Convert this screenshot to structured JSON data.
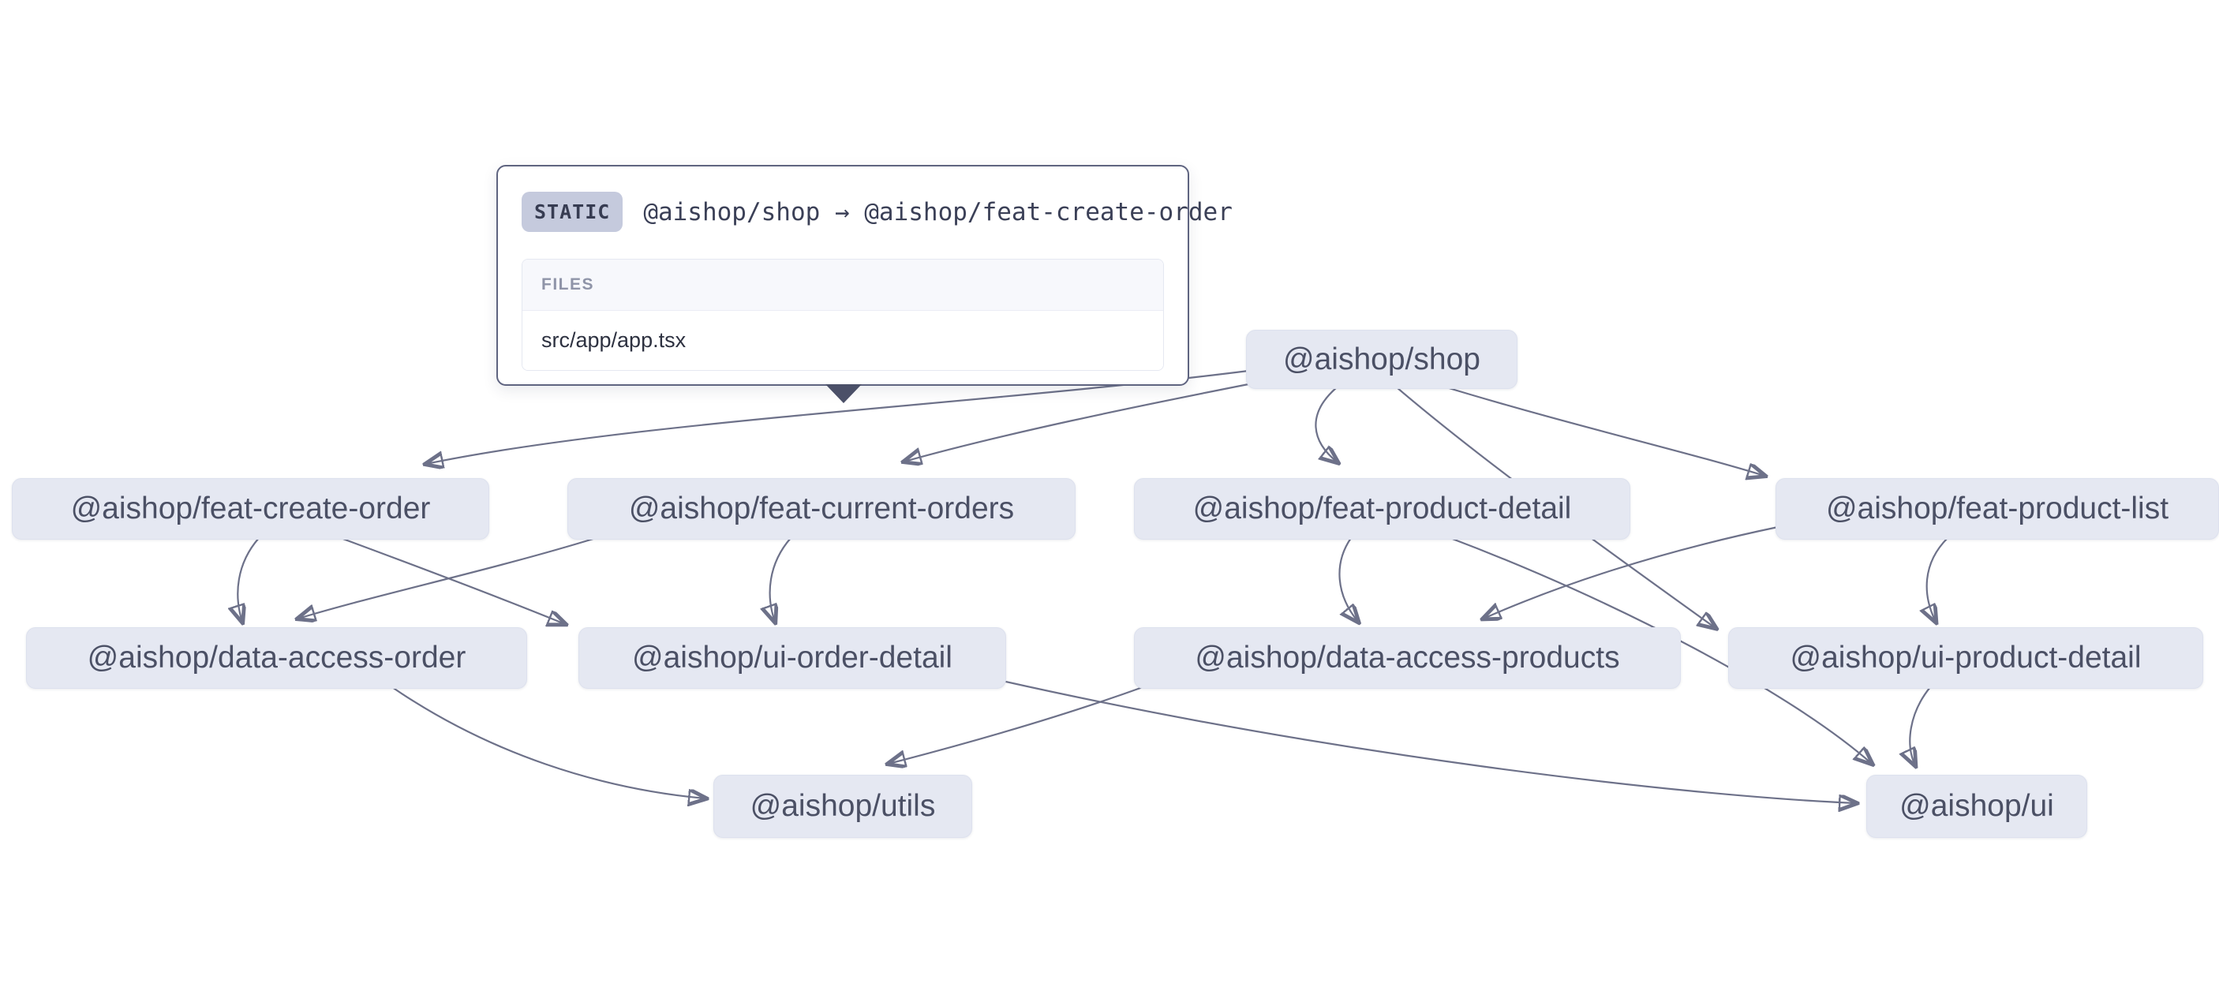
{
  "graph": {
    "nodes": [
      {
        "id": "shop",
        "label": "@aishop/shop"
      },
      {
        "id": "feat-create-order",
        "label": "@aishop/feat-create-order"
      },
      {
        "id": "feat-current-orders",
        "label": "@aishop/feat-current-orders"
      },
      {
        "id": "feat-product-detail",
        "label": "@aishop/feat-product-detail"
      },
      {
        "id": "feat-product-list",
        "label": "@aishop/feat-product-list"
      },
      {
        "id": "data-access-order",
        "label": "@aishop/data-access-order"
      },
      {
        "id": "ui-order-detail",
        "label": "@aishop/ui-order-detail"
      },
      {
        "id": "data-access-products",
        "label": "@aishop/data-access-products"
      },
      {
        "id": "ui-product-detail",
        "label": "@aishop/ui-product-detail"
      },
      {
        "id": "utils",
        "label": "@aishop/utils"
      },
      {
        "id": "ui",
        "label": "@aishop/ui"
      }
    ],
    "edges": [
      {
        "source": "shop",
        "target": "feat-create-order",
        "type": "static",
        "selected": true
      },
      {
        "source": "shop",
        "target": "feat-current-orders",
        "type": "static"
      },
      {
        "source": "shop",
        "target": "feat-product-detail",
        "type": "static"
      },
      {
        "source": "shop",
        "target": "feat-product-list",
        "type": "static"
      },
      {
        "source": "shop",
        "target": "ui-product-detail",
        "type": "static"
      },
      {
        "source": "feat-create-order",
        "target": "data-access-order",
        "type": "static"
      },
      {
        "source": "feat-create-order",
        "target": "ui-order-detail",
        "type": "static"
      },
      {
        "source": "feat-current-orders",
        "target": "data-access-order",
        "type": "static"
      },
      {
        "source": "feat-current-orders",
        "target": "ui-order-detail",
        "type": "static"
      },
      {
        "source": "feat-product-detail",
        "target": "data-access-products",
        "type": "static"
      },
      {
        "source": "feat-product-detail",
        "target": "ui",
        "type": "static"
      },
      {
        "source": "feat-product-list",
        "target": "data-access-products",
        "type": "static"
      },
      {
        "source": "feat-product-list",
        "target": "ui-product-detail",
        "type": "static"
      },
      {
        "source": "data-access-order",
        "target": "utils",
        "type": "static"
      },
      {
        "source": "data-access-products",
        "target": "utils",
        "type": "static"
      },
      {
        "source": "ui-order-detail",
        "target": "ui",
        "type": "static"
      },
      {
        "source": "ui-product-detail",
        "target": "ui",
        "type": "static"
      }
    ],
    "colors": {
      "background": "#ffffff",
      "node_fill": "#e5e8f2",
      "node_text": "#4b5065",
      "edge": "#6d7189",
      "tooltip_border": "#5f6480",
      "badge_bg": "#c5cadd",
      "badge_text": "#373c52",
      "files_header_bg": "#f7f8fc",
      "files_header_text": "#8f94a8"
    }
  },
  "tooltip": {
    "badge": "STATIC",
    "title": "@aishop/shop → @aishop/feat-create-order",
    "files_header": "FILES",
    "files": [
      "src/app/app.tsx"
    ]
  }
}
